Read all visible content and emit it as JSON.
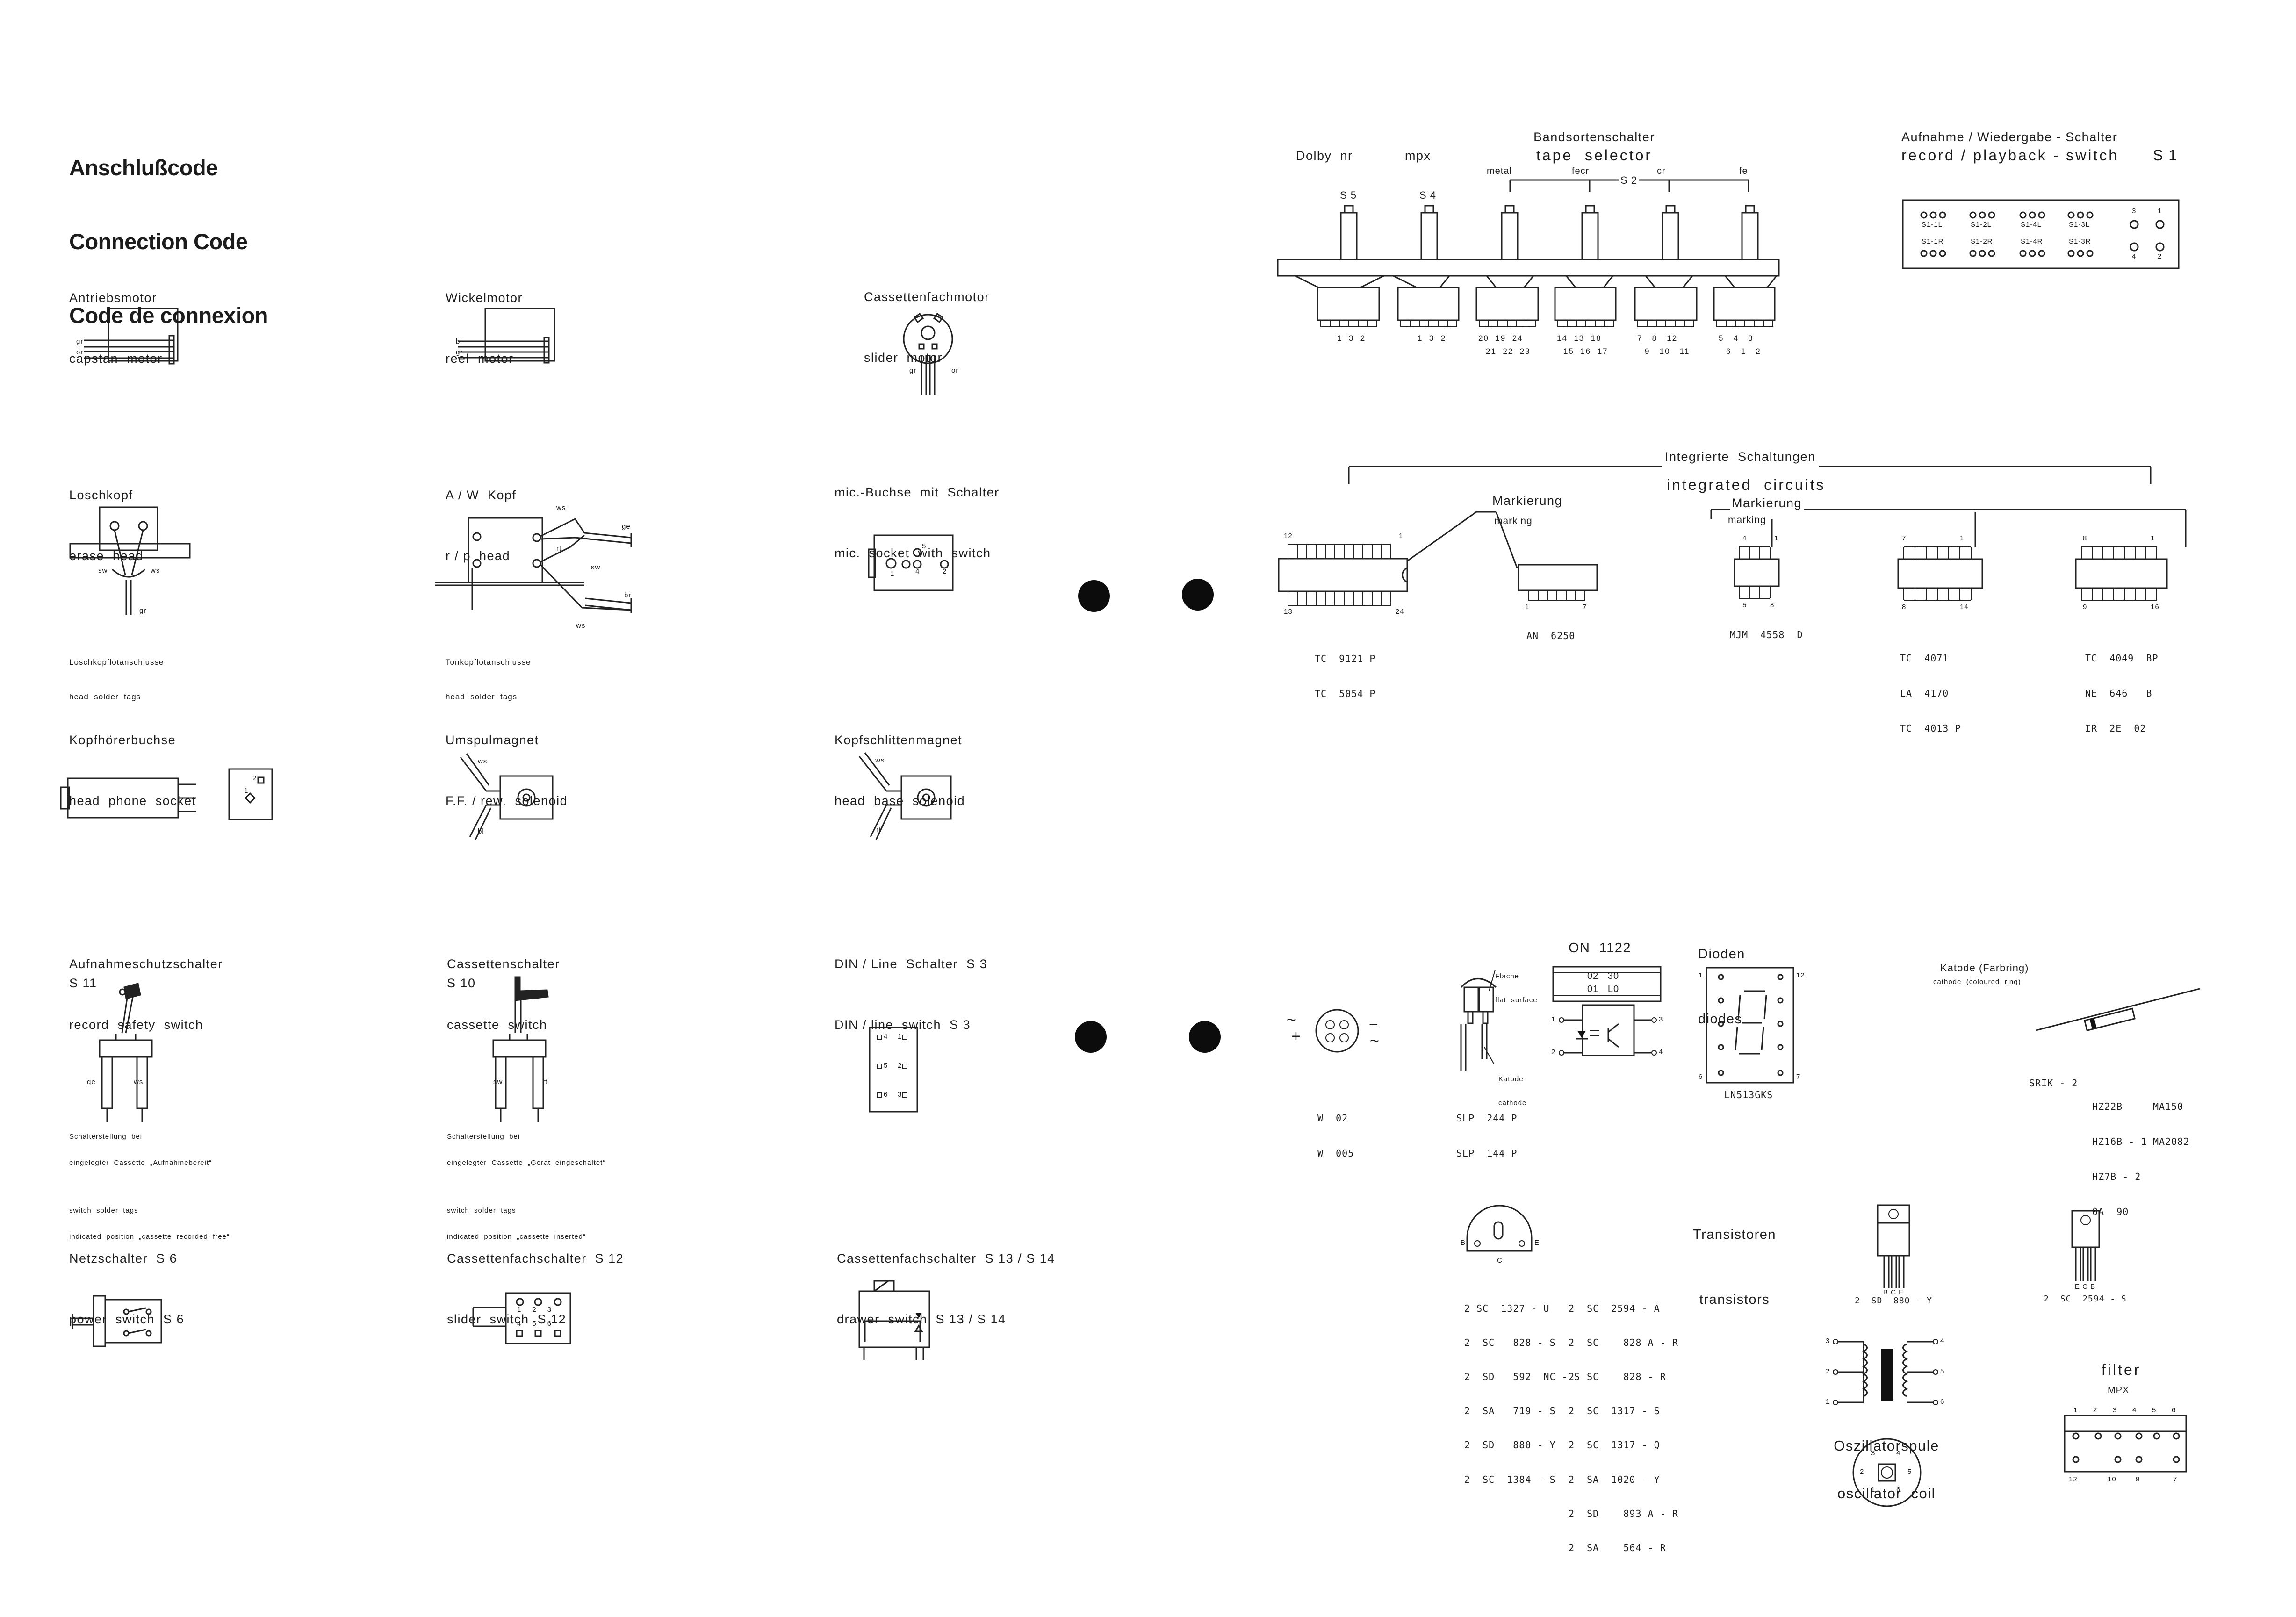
{
  "title": {
    "de": "Anschlußcode",
    "en": "Connection Code",
    "fr": "Code de connexion"
  },
  "left": {
    "capstan": {
      "de": "Antriebsmotor",
      "en": "capstan  motor",
      "wires": [
        "gr",
        "or"
      ]
    },
    "reel": {
      "de": "Wickelmotor",
      "en": "reel  motor",
      "wires": [
        "bl",
        "gr"
      ]
    },
    "slider": {
      "de": "Cassettenfachmotor",
      "en": "slider  motor",
      "wires": [
        "gr",
        "or"
      ]
    },
    "erase": {
      "de": "Loschkopf",
      "en": "erase  head",
      "wires": [
        "sw",
        "ws",
        "gr"
      ],
      "note_de": "Loschkopflotanschlusse",
      "note_en": "head  solder  tags"
    },
    "rp": {
      "de": "A / W  Kopf",
      "en": "r / p  head",
      "wires": [
        "ws",
        "ge",
        "rt",
        "sw",
        "br",
        "ws"
      ],
      "note_de": "Tonkopflotanschlusse",
      "note_en": "head  solder  tags"
    },
    "mic": {
      "de": "mic.-Buchse  mit  Schalter",
      "en": "mic.  socket  with  switch",
      "pins": [
        "5",
        "1",
        "4",
        "2"
      ]
    },
    "phones": {
      "de": "Kopfhörerbuchse",
      "en": "head  phone  socket",
      "pins": [
        "2",
        "1"
      ]
    },
    "rewind": {
      "de": "Umspulmagnet",
      "en": "F.F. / rew.  solenoid",
      "wires": [
        "ws",
        "bl"
      ]
    },
    "headbase": {
      "de": "Kopfschlittenmagnet",
      "en": "head  base  solenoid",
      "wires": [
        "ws",
        "rt"
      ]
    },
    "recsafety": {
      "de": "Aufnahmeschutzschalter",
      "en": "record  safety  switch",
      "ref": "S 11",
      "wires": [
        "ge",
        "ws"
      ],
      "note1": "Schalterstellung  bei",
      "note2": "eingelegter  Cassette  „Aufnahmebereit“",
      "note3": "switch  solder  tags",
      "note4": "indicated  position  „cassette  recorded  free“"
    },
    "cassette": {
      "de": "Cassettenschalter",
      "en": "cassette  switch",
      "ref": "S 10",
      "wires": [
        "sw",
        "rt"
      ],
      "note1": "Schalterstellung  bei",
      "note2": "eingelegter  Cassette  „Gerat  eingeschaltet“",
      "note3": "switch  solder  tags",
      "note4": "indicated  position  „cassette  inserted“"
    },
    "din": {
      "de": "DIN / Line  Schalter  S 3",
      "en": "DIN / line  switch  S 3",
      "pins": [
        "4",
        "1",
        "5",
        "2",
        "6",
        "3"
      ]
    },
    "power": {
      "de": "Netzschalter  S 6",
      "en": "power  switch  S 6"
    },
    "sliderswitch": {
      "de": "Cassettenfachschalter  S 12",
      "en": "slider  switch  S 12",
      "pins": [
        "1",
        "2",
        "3",
        "4",
        "5",
        "6"
      ]
    },
    "drawer": {
      "de": "Cassettenfachschalter  S 13 / S 14",
      "en": "drawer  switch  S 13 / S 14"
    }
  },
  "tape": {
    "de": "Bandsortenschalter",
    "en": "tape  selector",
    "dolby": "Dolby  nr",
    "mpx": "mpx",
    "s5": "S 5",
    "s4": "S 4",
    "s2": "S 2",
    "types": [
      "metal",
      "fecr",
      "cr",
      "fe"
    ],
    "pins_top": [
      "1  3  2",
      "1  3  2",
      "20  19  24",
      "14  13  18",
      "7   8   12",
      "5   4   3"
    ],
    "pins_bot": [
      "",
      "",
      "21  22  23",
      "15  16  17",
      "9   10   11",
      "6   1   2"
    ]
  },
  "rp_switch": {
    "de": "Aufnahme / Wiedergabe - Schalter",
    "en": "record / playback - switch",
    "ref": "S 1",
    "labels_top": [
      "S1-1L",
      "S1-2L",
      "S1-4L",
      "S1-3L"
    ],
    "labels_bot": [
      "S1-1R",
      "S1-2R",
      "S1-4R",
      "S1-3R"
    ],
    "pins": [
      "3",
      "1",
      "4",
      "2"
    ]
  },
  "ic": {
    "de": "Integrierte  Schaltungen",
    "en": "integrated  circuits",
    "mark_de": "Markierung",
    "mark_en": "marking",
    "chip1": {
      "pins": [
        "12",
        "1",
        "13",
        "24"
      ],
      "parts": [
        "TC  9121 P",
        "TC  5054 P"
      ]
    },
    "chip2": {
      "pins": [
        "1",
        "7"
      ],
      "parts": [
        "AN  6250"
      ]
    },
    "chip3": {
      "pins": [
        "4",
        "1",
        "5",
        "8"
      ],
      "parts": [
        "MJM  4558  D"
      ]
    },
    "chip4": {
      "pins": [
        "7",
        "1",
        "8",
        "14"
      ],
      "parts": [
        "TC  4071",
        "LA  4170",
        "TC  4013 P"
      ]
    },
    "chip5": {
      "pins": [
        "8",
        "1",
        "9",
        "16"
      ],
      "parts": [
        "TC  4049  BP",
        "NE  646   B",
        "IR  2E  02"
      ]
    }
  },
  "diodes": {
    "de": "Dioden",
    "en": "diodes",
    "bridge": {
      "sym": [
        "~",
        "+",
        "~",
        "−"
      ],
      "parts": [
        "W  02",
        "W  005"
      ]
    },
    "led": {
      "flat_de": "Flache",
      "flat_en": "flat  surface",
      "kat_de": "Katode",
      "kat_en": "cathode",
      "parts": [
        "SLP  244 P",
        "SLP  144 P"
      ]
    },
    "opto": {
      "name": "ON  1122",
      "top": [
        "02   30",
        "01   L0"
      ],
      "pins": [
        "1",
        "2",
        "3",
        "4"
      ]
    },
    "seg": {
      "name": "LN513GKS",
      "pins": [
        "1",
        "12",
        "6",
        "7"
      ]
    },
    "axial": {
      "kat_de": "Katode (Farbring)",
      "kat_en": "cathode  (coloured  ring)",
      "parts": [
        "SRIK - 2",
        "HZ22B",
        "HZ16B - 1",
        "HZ7B - 2",
        "0A  90",
        "MA150",
        "MA2082"
      ]
    }
  },
  "transistors": {
    "de": "Transistoren",
    "en": "transistors",
    "to92": {
      "pins": [
        "B",
        "C",
        "E"
      ],
      "col1": [
        "2 SC  1327 - U",
        "2  SC   828 - S",
        "2  SD   592  NC - S",
        "2  SA   719 - S",
        "2  SD   880 - Y",
        "2  SC  1384 - S"
      ],
      "col2": [
        "2  SC  2594 - A",
        "2  SC    828 A - R",
        "2  SC    828 - R",
        "2  SC  1317 - S",
        "2  SC  1317 - Q",
        "2  SA  1020 - Y",
        "2  SD    893 A - R",
        "2  SA    564 - R"
      ]
    },
    "to220": {
      "pins": "B C E",
      "part": "2  SD  880 - Y"
    },
    "to126": {
      "pins": "E C B",
      "part": "2  SC  2594 - S"
    }
  },
  "coil": {
    "de": "Oszillatorspule",
    "en": "oscillator  coil",
    "pins": [
      "3",
      "4",
      "2",
      "5",
      "1",
      "6"
    ],
    "bottom": [
      "3",
      "4",
      "2",
      "5",
      "1",
      "6"
    ]
  },
  "filter": {
    "name": "filter",
    "mpx": "MPX",
    "pins_top": [
      "1",
      "2",
      "3",
      "4",
      "5",
      "6"
    ],
    "pins_bot": [
      "12",
      "10",
      "9",
      "7"
    ]
  }
}
